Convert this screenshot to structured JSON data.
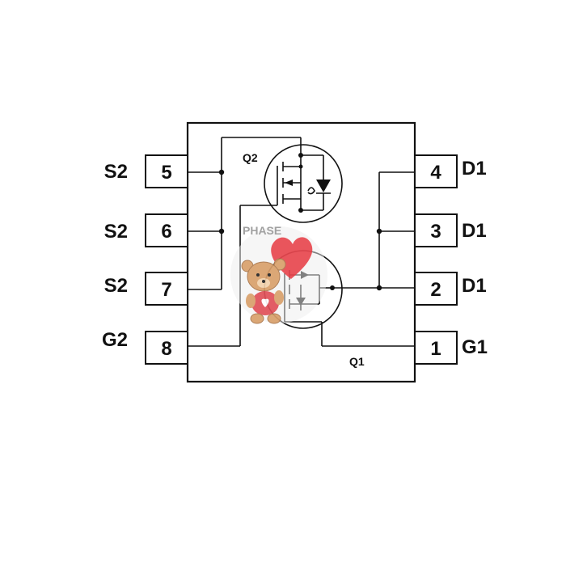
{
  "package": {
    "pins_left": [
      {
        "number": "5",
        "name": "S2"
      },
      {
        "number": "6",
        "name": "S2"
      },
      {
        "number": "7",
        "name": "S2"
      },
      {
        "number": "8",
        "name": "G2"
      }
    ],
    "pins_right": [
      {
        "number": "4",
        "name": "D1"
      },
      {
        "number": "3",
        "name": "D1"
      },
      {
        "number": "2",
        "name": "D1"
      },
      {
        "number": "1",
        "name": "G1"
      }
    ]
  },
  "transistors": {
    "q2_label": "Q2",
    "q1_label": "Q1"
  },
  "watermark": {
    "text": "PHASE",
    "kind": "teddy-bear-heart-balloon-sticker"
  },
  "colors": {
    "line": "#111111",
    "background": "#ffffff",
    "heart": "#e8474f",
    "bear": "#d9a06b"
  }
}
